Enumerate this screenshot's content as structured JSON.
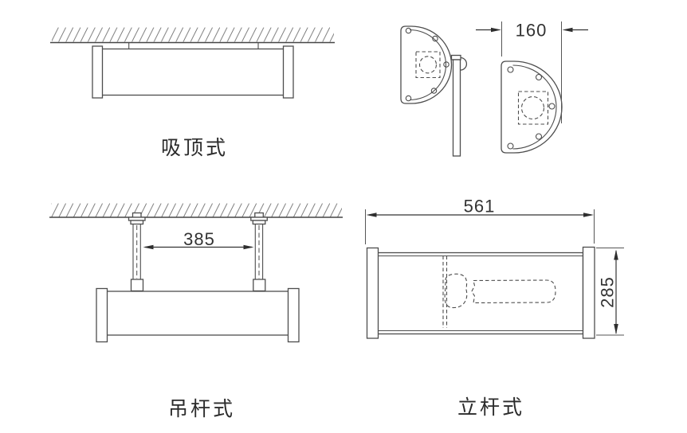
{
  "views": {
    "ceiling_mount": {
      "label": "吸顶式"
    },
    "rod_mount": {
      "label": "吊杆式",
      "rod_spacing_dim": "385"
    },
    "pole_mount": {
      "label": "立杆式",
      "width_dim": "561",
      "height_dim": "285"
    },
    "end_view": {
      "width_dim": "160"
    }
  },
  "colors": {
    "line": "#4d4d4d",
    "dimension": "#333333",
    "hatch": "#6f6f6f",
    "background": "#ffffff"
  }
}
